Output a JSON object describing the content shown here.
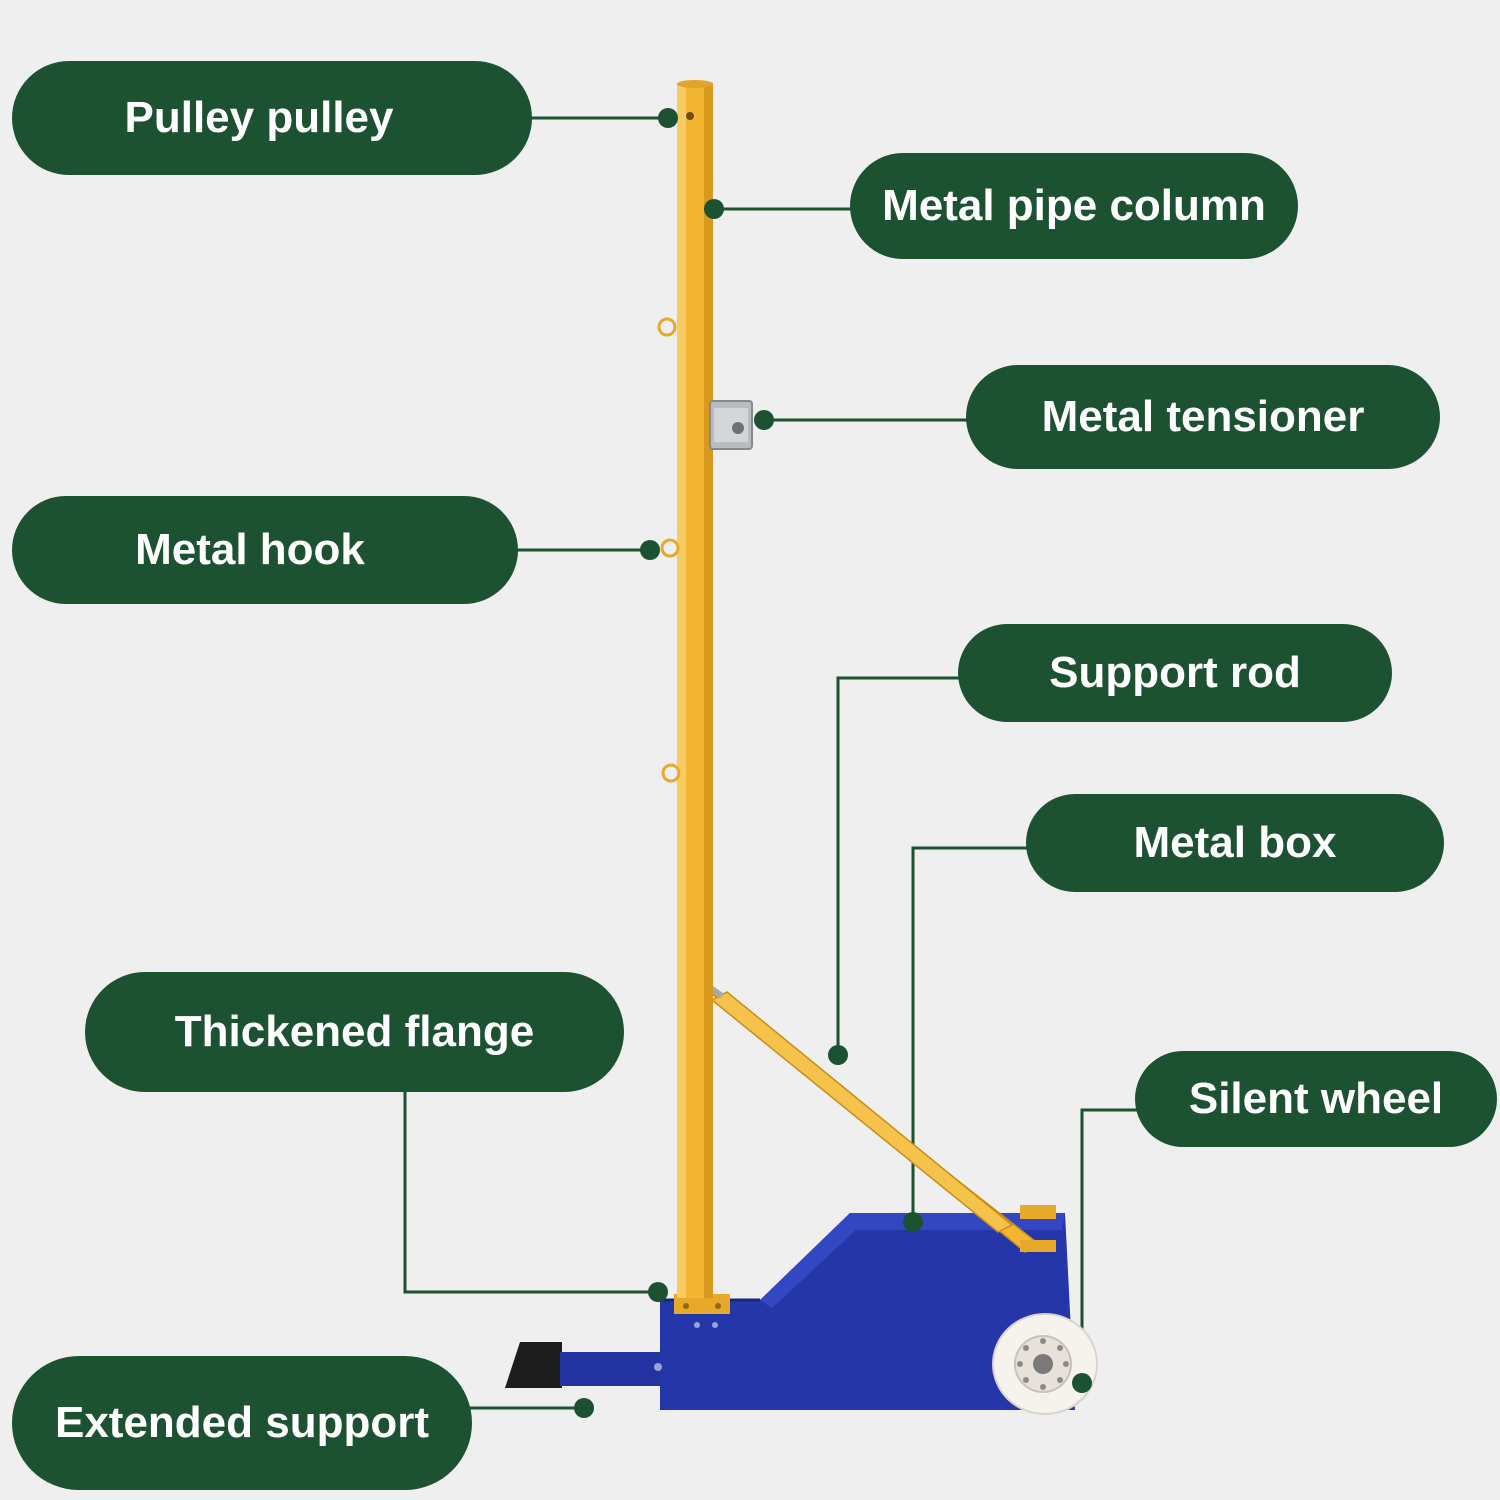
{
  "colors": {
    "label_bg": "#1c5232",
    "label_text": "#ffffff",
    "leader_line": "#1c5232",
    "pole": "#f2b632",
    "base": "#2536a8",
    "background": "#efefef"
  },
  "labels": {
    "pulley": "Pulley pulley",
    "pipe_column": "Metal pipe column",
    "tensioner": "Metal tensioner",
    "hook": "Metal hook",
    "support_rod": "Support rod",
    "box": "Metal box",
    "flange": "Thickened flange",
    "wheel": "Silent wheel",
    "extended_support": "Extended support"
  }
}
